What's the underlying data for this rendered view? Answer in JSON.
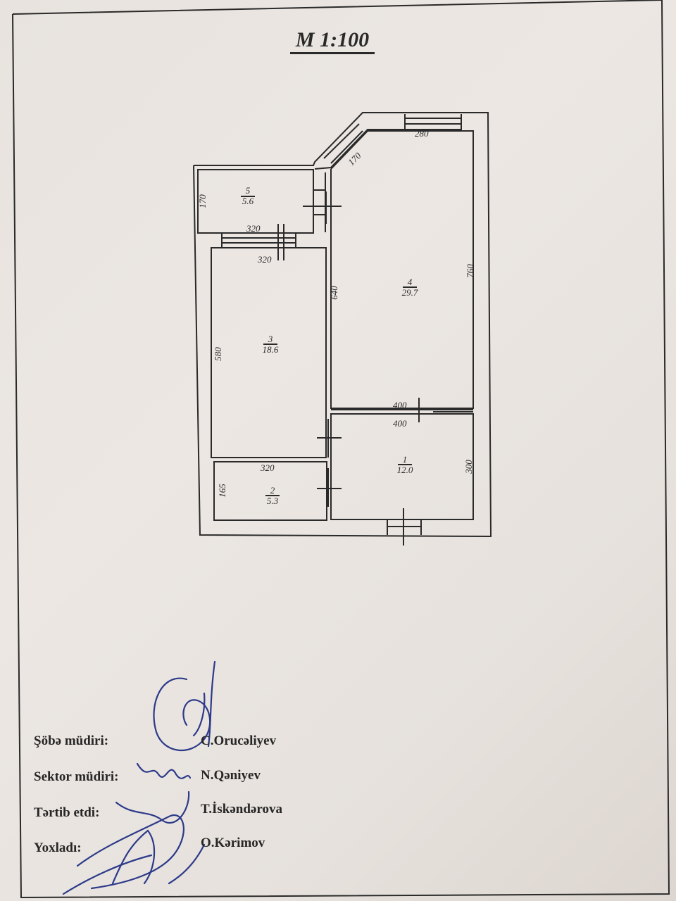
{
  "scale_title": "M 1:100",
  "rooms": [
    {
      "number": "1",
      "area": "12.0"
    },
    {
      "number": "2",
      "area": "5.3"
    },
    {
      "number": "3",
      "area": "18.6"
    },
    {
      "number": "4",
      "area": "29.7"
    },
    {
      "number": "5",
      "area": "5.6"
    }
  ],
  "dimensions": {
    "room5_height": "170",
    "room5_width": "320",
    "room3_width": "320",
    "room3_height": "580",
    "room4_height_left": "640",
    "room4_height_right": "760",
    "room4_top": "280",
    "bay_diag": "170",
    "room4_bottom": "400",
    "room1_top": "400",
    "room1_height": "300",
    "room2_width": "320",
    "room2_height": "165"
  },
  "signatures": [
    {
      "role": "Şöbə müdiri:",
      "name": "C.Orucəliyev"
    },
    {
      "role": "Sektor müdiri:",
      "name": "N.Qəniyev"
    },
    {
      "role": "Tərtib etdi:",
      "name": "T.İskəndərova"
    },
    {
      "role": "Yoxladı:",
      "name": "O.Kərimov"
    }
  ],
  "colors": {
    "ink": "#2a2a2a",
    "paper": "#e9e4df",
    "pen": "#2c3a8a"
  }
}
